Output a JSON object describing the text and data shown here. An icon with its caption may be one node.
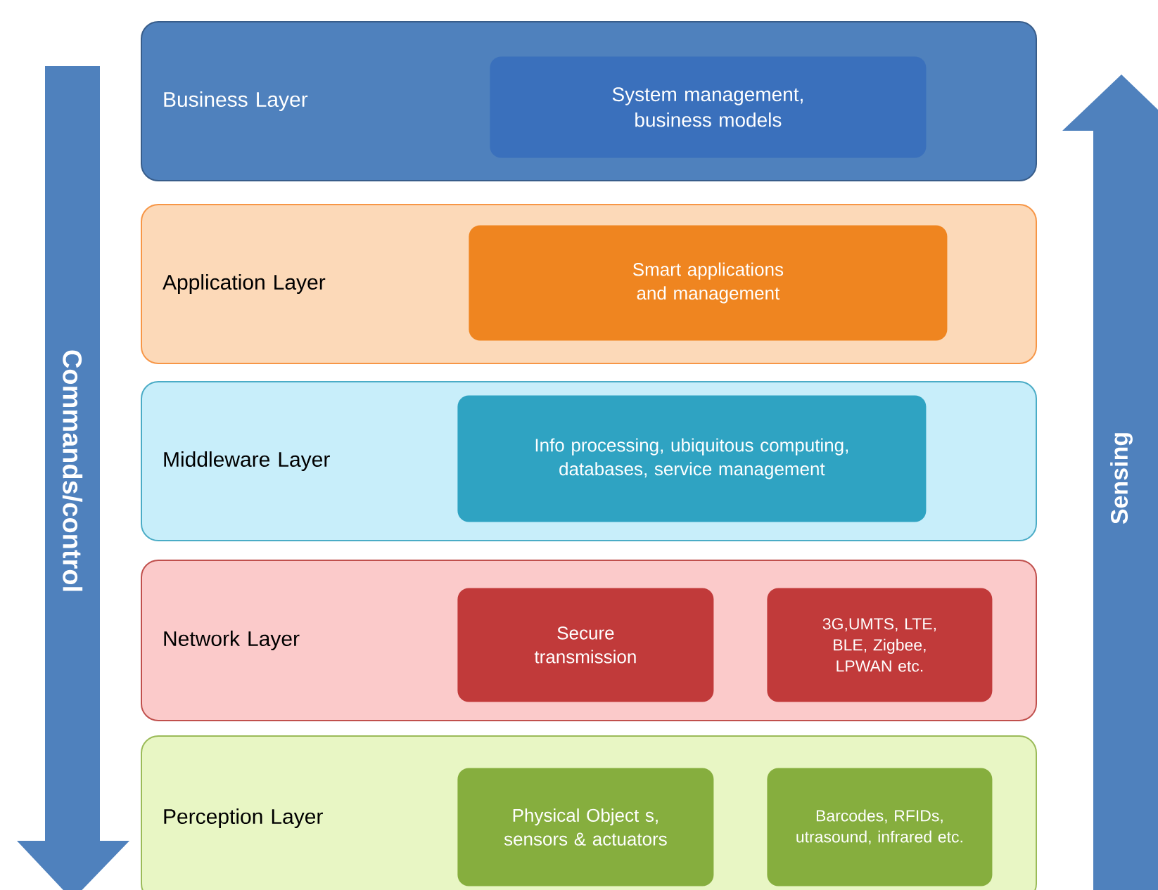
{
  "diagram": {
    "nodes": [
      {
        "text": [
          "Business Layer"
        ]
      },
      {
        "text": [
          "System management, business models"
        ],
        "in": 0
      },
      {
        "text": [
          "Application Layer"
        ]
      },
      {
        "text": [
          "Smart applications and management"
        ],
        "in": 2
      },
      {
        "text": [
          "Middleware Layer"
        ]
      },
      {
        "text": [
          "Info processing, ubiquitous computing, databases, service management"
        ],
        "in": 4
      },
      {
        "text": [
          "Network Layer"
        ]
      },
      {
        "text": [
          "Secure transmission"
        ],
        "in": 6
      },
      {
        "text": [
          "3G,UMTS, LTE, BLE, Zigbee, LPWAN etc."
        ],
        "in": 6
      },
      {
        "text": [
          "Perception Layer"
        ]
      },
      {
        "text": [
          "Physical Object s, sensors & actuators"
        ],
        "in": 9
      },
      {
        "text": [
          "Barcodes, RFIDs, utrasound, infrared etc."
        ],
        "in": 9
      }
    ],
    "labels": [
      "Commands/control",
      "Sensing"
    ]
  }
}
